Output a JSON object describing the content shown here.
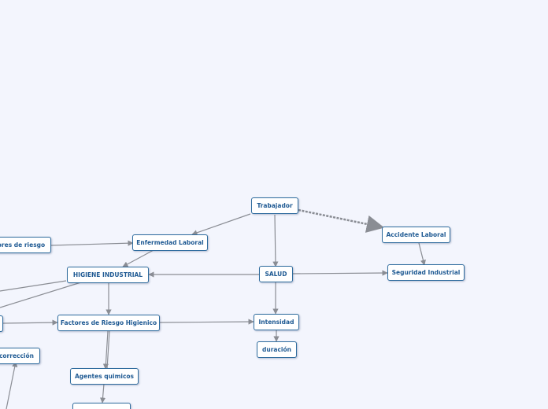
{
  "nodes": {
    "trabajador": "Trabajador",
    "accidente_laboral": "Accidente Laboral",
    "seguridad_industrial": "Seguridad Industrial",
    "enfermedad_laboral": "Enfermedad Laboral",
    "factores_de_riesgo": "Factores de riesgo",
    "higiene_industrial": "HIGIENE INDUSTRIAL",
    "salud": "SALUD",
    "factores_riesgo_higienico": "Factores de Riesgo Higienico",
    "intensidad": "Intensidad",
    "duracion": "duración",
    "correccion": "corrección",
    "agentes_quimicos": "Agentes quimicos",
    "bottom_node": ""
  },
  "colors": {
    "background": "#f3f5fd",
    "node_border": "#2f6c9e",
    "node_text": "#1f5a93",
    "edge": "#8a8d94"
  }
}
